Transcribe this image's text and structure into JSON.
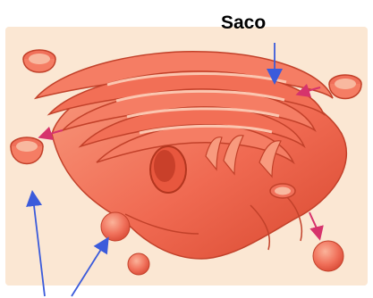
{
  "labels": {
    "saco": "Saco"
  },
  "colors": {
    "background_panel": "#fbe7d3",
    "membrane": "#f0705a",
    "membrane_light": "#f79a80",
    "membrane_dark": "#d94a36",
    "membrane_inner": "#f8b89f",
    "pointer_arrow": "#3b5bdb",
    "flow_arrow": "#d6336c"
  },
  "illustration": {
    "subject": "golgi-apparatus",
    "parts": [
      "cisternae-stack",
      "vesicles",
      "saco-pointer",
      "vesicle-pointers",
      "transport-arrows"
    ]
  }
}
